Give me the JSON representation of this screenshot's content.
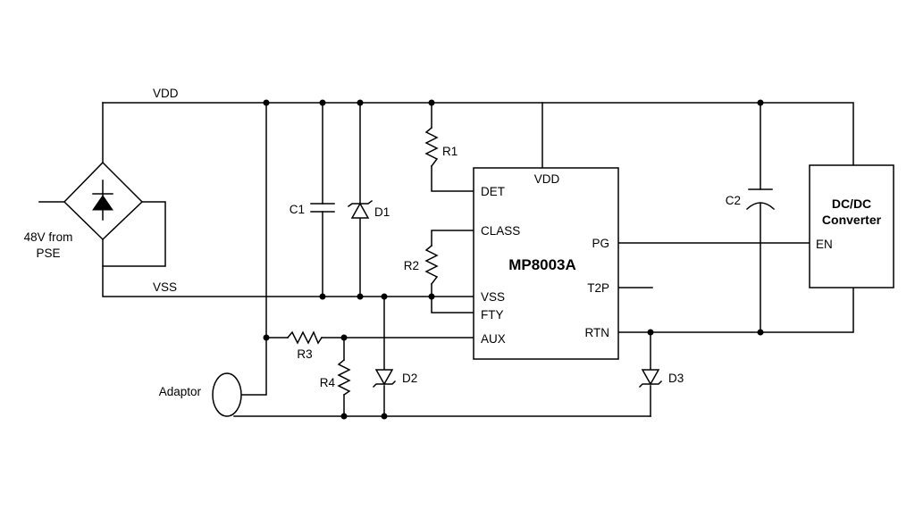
{
  "nets": {
    "vdd": "VDD",
    "vss": "VSS"
  },
  "source": {
    "line1": "48V from",
    "line2": "PSE"
  },
  "adaptor": "Adaptor",
  "ic": {
    "name": "MP8003A",
    "pins": {
      "vdd": "VDD",
      "det": "DET",
      "class": "CLASS",
      "vss": "VSS",
      "fty": "FTY",
      "aux": "AUX",
      "pg": "PG",
      "t2p": "T2P",
      "rtn": "RTN"
    }
  },
  "converter": {
    "line1": "DC/DC",
    "line2": "Converter",
    "pin_en": "EN"
  },
  "components": {
    "r1": "R1",
    "r2": "R2",
    "r3": "R3",
    "r4": "R4",
    "c1": "C1",
    "c2": "C2",
    "d1": "D1",
    "d2": "D2",
    "d3": "D3"
  }
}
